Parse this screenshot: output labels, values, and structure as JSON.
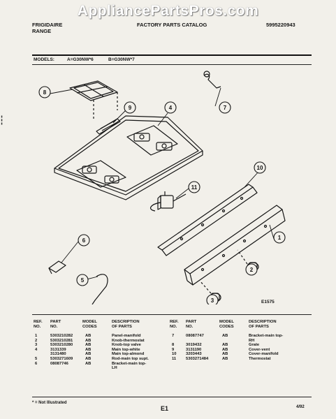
{
  "watermark": "AppliancePartsPros.com",
  "header": {
    "brand_line1": "FRIGIDAIRE",
    "brand_line2": "RANGE",
    "catalog_title": "FACTORY PARTS CATALOG",
    "catalog_number": "5995220943"
  },
  "models": {
    "label": "MODELS:",
    "model_a": "A=G30NW*6",
    "model_b": "B=G30NW*7"
  },
  "diagram": {
    "callouts": [
      "1",
      "2",
      "3",
      "4",
      "5",
      "6",
      "7",
      "8",
      "9",
      "10",
      "11"
    ],
    "figure_code": "E1575"
  },
  "parts_table": {
    "headers": {
      "ref": [
        "REF.",
        "NO."
      ],
      "part": [
        "PART",
        "NO."
      ],
      "model": [
        "MODEL",
        "CODES"
      ],
      "desc": [
        "DESCRIPTION",
        "OF PARTS"
      ]
    },
    "left_rows": [
      {
        "ref": "1",
        "part": "5303210282",
        "model": "AB",
        "desc": [
          "Panel-manifold"
        ]
      },
      {
        "ref": "2",
        "part": "5303210281",
        "model": "AB",
        "desc": [
          "Knob-thermostat"
        ]
      },
      {
        "ref": "3",
        "part": "5303210280",
        "model": "AB",
        "desc": [
          "Knob-top valve"
        ]
      },
      {
        "ref": "4",
        "part": "3131339",
        "model": "AB",
        "desc": [
          "Main top-white"
        ]
      },
      {
        "ref": "",
        "part": "3131480",
        "model": "AB",
        "desc": [
          "Main top-almond"
        ]
      },
      {
        "ref": "5",
        "part": "5303271609",
        "model": "AB",
        "desc": [
          "Rod-main top supt."
        ]
      },
      {
        "ref": "6",
        "part": "08087746",
        "model": "AB",
        "desc": [
          "Bracket-main top-",
          "LH"
        ]
      }
    ],
    "right_rows": [
      {
        "ref": "7",
        "part": "08087747",
        "model": "AB",
        "desc": [
          "Bracket-main top-",
          "RH"
        ]
      },
      {
        "ref": "8",
        "part": "3019432",
        "model": "AB",
        "desc": [
          "Grate"
        ]
      },
      {
        "ref": "9",
        "part": "3131190",
        "model": "AB",
        "desc": [
          "Cover-vent"
        ]
      },
      {
        "ref": "10",
        "part": "3203443",
        "model": "AB",
        "desc": [
          "Cover-manifold"
        ]
      },
      {
        "ref": "11",
        "part": "5303271484",
        "model": "AB",
        "desc": [
          "Thermostat"
        ]
      }
    ]
  },
  "footer": {
    "note": "* = Not Illustrated",
    "page": "E1",
    "date": "4/92"
  }
}
